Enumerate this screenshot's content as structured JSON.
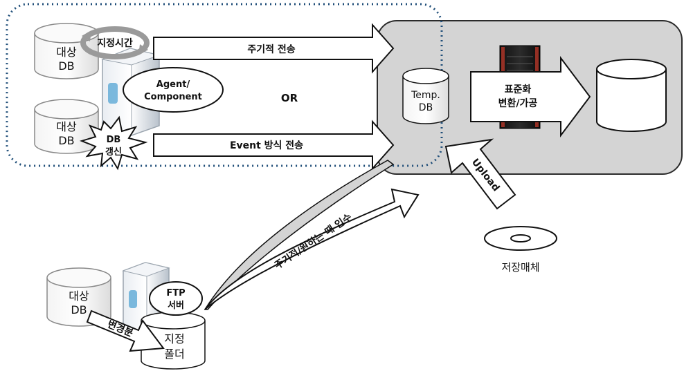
{
  "sources": {
    "db1_label": [
      "대상",
      "DB"
    ],
    "db2_label": [
      "대상",
      "DB"
    ],
    "db3_label": [
      "대상",
      "DB"
    ],
    "timer_label": "지정시간",
    "db_update_burst": [
      "DB",
      "갱신"
    ],
    "agent_label": [
      "Agent/",
      "Component"
    ],
    "or_label": "OR",
    "ftp_label": [
      "FTP",
      "서버"
    ],
    "changes_label": "변경분",
    "folder_label": [
      "지정",
      "폴더"
    ]
  },
  "arrows": {
    "periodic": "주기적 전송",
    "event": "Event 방식 전송",
    "intake": "주기적/원하는 때 입수",
    "upload": "Upload"
  },
  "target": {
    "temp_db": [
      "Temp.",
      "DB"
    ],
    "process": [
      "표준화",
      "변환/가공"
    ]
  },
  "media": {
    "storage_label": "저장매체"
  },
  "colors": {
    "panel_fill": "#d4d4d4",
    "dotted_border": "#1f4e79",
    "server_rack": "#c0392b"
  }
}
